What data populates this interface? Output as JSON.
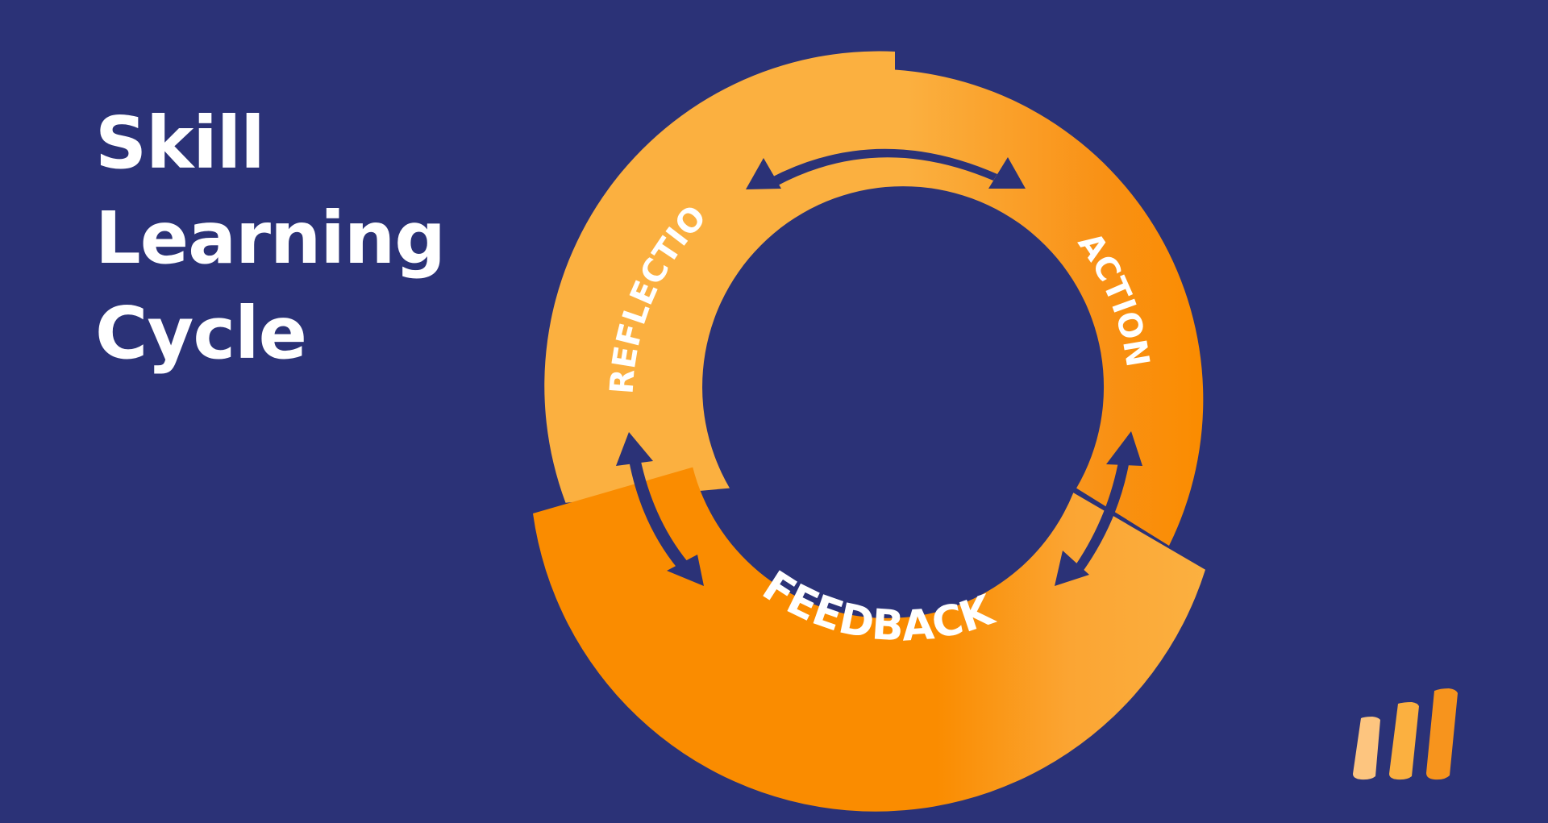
{
  "title": {
    "line1": "Skill",
    "line2": "Learning",
    "line3": "Cycle"
  },
  "cycle": {
    "stages": [
      {
        "id": "action",
        "label": "ACTION"
      },
      {
        "id": "feedback",
        "label": "FEEDBACK"
      },
      {
        "id": "reflection",
        "label": "REFLECTION"
      }
    ],
    "arrows": "bidirectional"
  },
  "logo": {
    "name": "three-bars-logo-icon"
  },
  "colors": {
    "background": "#2b3277",
    "orange_light": "#fbb040",
    "orange_dark": "#f7941d",
    "orange_bright": "#fa8c00",
    "text": "#ffffff",
    "logo_bar_1": "#fdc57f",
    "logo_bar_2": "#fbb040",
    "logo_bar_3": "#f7941d"
  }
}
